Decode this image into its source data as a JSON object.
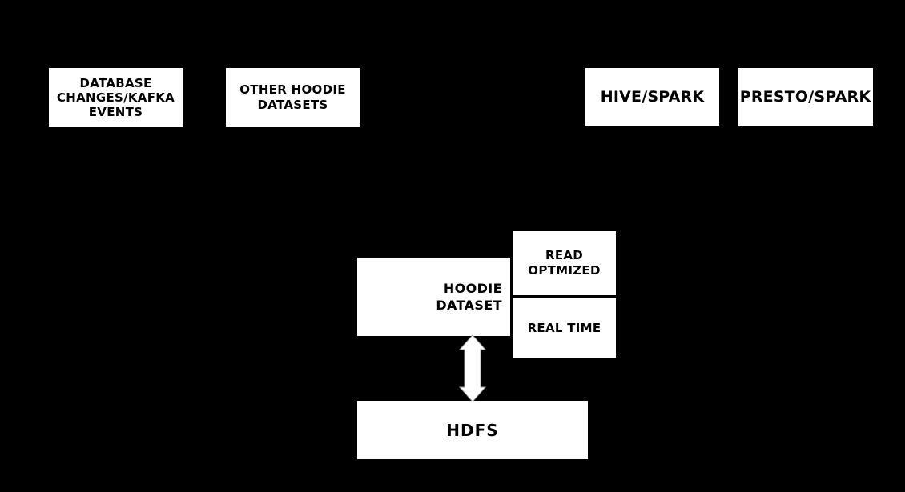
{
  "colors": {
    "background": "#000000",
    "box_fill": "#ffffff",
    "box_text": "#000000",
    "arrow_fill": "#ffffff",
    "arrow_edge": "#a0a0a0"
  },
  "sources": {
    "database_kafka": {
      "line1": "DATABASE",
      "line2": "CHANGES/KAFKA",
      "line3": "EVENTS"
    },
    "other_hoodie": {
      "line1": "OTHER HOODIE",
      "line2": "DATASETS"
    }
  },
  "query_engines": {
    "hive_spark": {
      "label": "HIVE/SPARK"
    },
    "presto_spark": {
      "label": "PRESTO/SPARK"
    }
  },
  "core": {
    "hoodie_dataset": {
      "line1": "HOODIE",
      "line2": "DATASET"
    },
    "views": {
      "read_optimized": {
        "line1": "READ",
        "line2": "OPTMIZED"
      },
      "real_time": {
        "label": "REAL TIME"
      }
    },
    "storage": {
      "label": "HDFS"
    }
  },
  "icons": {
    "hoodie_hdfs_link": "up-down-double-arrow"
  }
}
